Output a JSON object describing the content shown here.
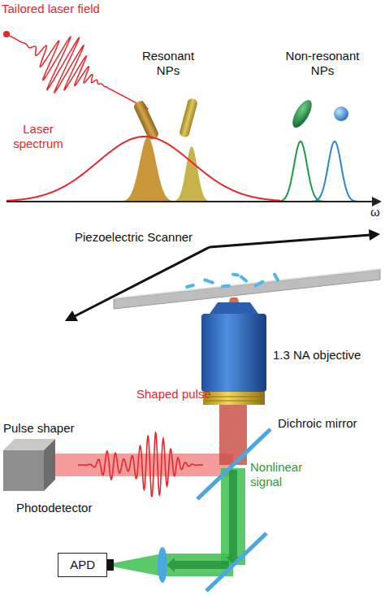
{
  "diagram": {
    "nodes": [
      {
        "text": [
          "Pulse shaper"
        ]
      },
      {
        "text": [
          "APD"
        ]
      }
    ],
    "labels": [
      "Tailored laser field",
      "Resonant NPs",
      "Non-resonant NPs",
      "Laser spectrum",
      "ω",
      "Piezoelectric Scanner",
      "1.3 NA objective",
      "Shaped pulse",
      "Dichroic mirror",
      "Nonlinear signal",
      "Photodetector"
    ]
  }
}
